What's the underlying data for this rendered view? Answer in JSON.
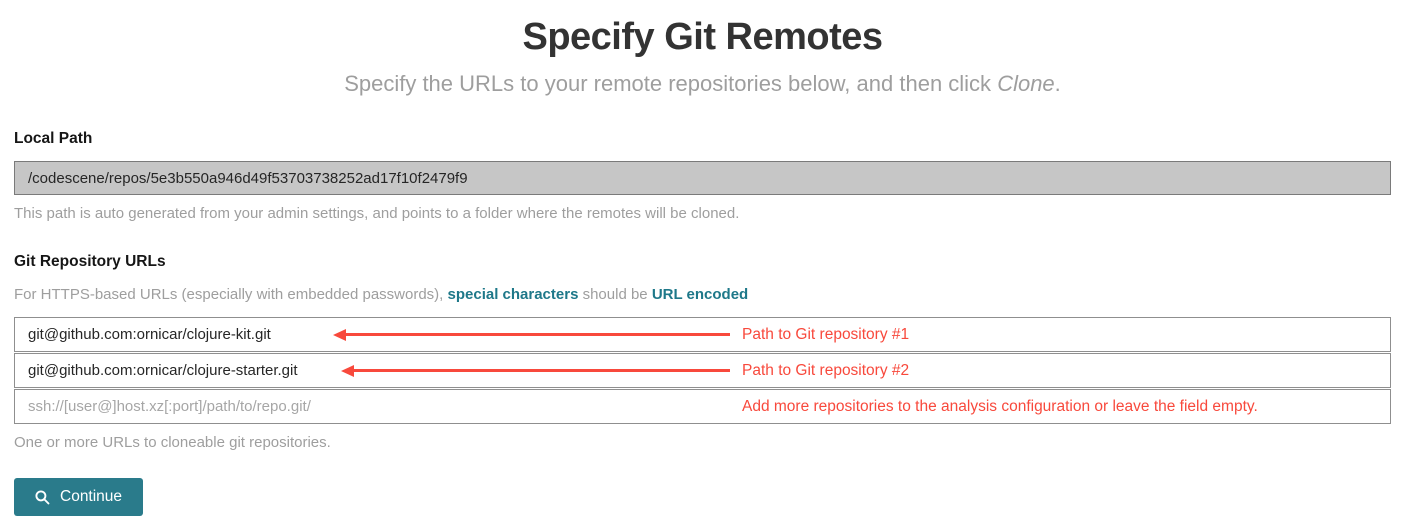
{
  "page": {
    "title": "Specify Git Remotes",
    "subtitle_prefix": "Specify the URLs to your remote repositories below, and then click ",
    "subtitle_emphasis": "Clone",
    "subtitle_suffix": "."
  },
  "local_path": {
    "label": "Local Path",
    "value": "/codescene/repos/5e3b550a946d49f53703738252ad17f10f2479f9",
    "help": "This path is auto generated from your admin settings, and points to a folder where the remotes will be cloned."
  },
  "git_repos": {
    "label": "Git Repository URLs",
    "note_part1": "For HTTPS-based URLs (especially with embedded passwords), ",
    "link1": "special characters",
    "note_part2": " should be ",
    "link2": "URL encoded",
    "inputs": [
      {
        "value": "git@github.com:ornicar/clojure-kit.git",
        "placeholder": "",
        "annotation": "Path to Git repository #1"
      },
      {
        "value": "git@github.com:ornicar/clojure-starter.git",
        "placeholder": "",
        "annotation": "Path to Git repository #2"
      },
      {
        "value": "",
        "placeholder": "ssh://[user@]host.xz[:port]/path/to/repo.git/",
        "annotation": "Add more repositories to the analysis configuration or leave the field empty."
      }
    ],
    "help": "One or more URLs to cloneable git repositories."
  },
  "actions": {
    "continue_label": "Continue",
    "continue_icon": "search-icon"
  },
  "colors": {
    "accent_teal": "#2a7b8b",
    "link_teal": "#1e7889",
    "annotation_red": "#f8493c",
    "disabled_field_bg": "#c6c6c6",
    "muted_text": "#9e9e9e"
  }
}
